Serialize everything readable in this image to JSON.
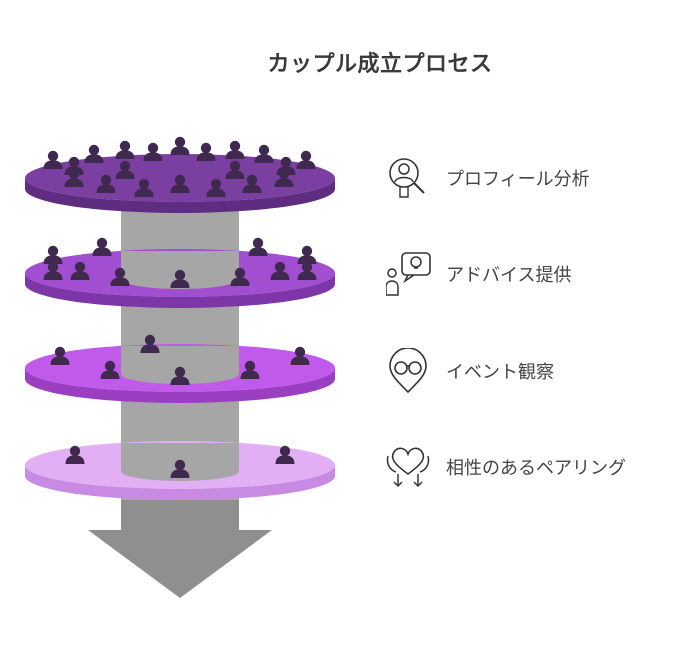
{
  "title": "カップル成立プロセス",
  "steps": [
    {
      "label": "プロフィール分析",
      "icon": "profile-search-icon"
    },
    {
      "label": "アドバイス提供",
      "icon": "advice-person-icon"
    },
    {
      "label": "イベント観察",
      "icon": "binoculars-pin-icon"
    },
    {
      "label": "相性のあるペアリング",
      "icon": "heart-pairing-icon"
    }
  ],
  "layers": [
    {
      "color": "#7b3fa2",
      "side": "#5e2c80",
      "people": 20
    },
    {
      "color": "#a14fd0",
      "side": "#7c36a8",
      "people": 11
    },
    {
      "color": "#c159ea",
      "side": "#9a3fc2",
      "people": 6
    },
    {
      "color": "#e2aff5",
      "side": "#c98ae4",
      "people": 3
    }
  ],
  "colors": {
    "figure": "#40294f",
    "shaft": "#a6a6a6",
    "arrow": "#8f8f8f"
  }
}
